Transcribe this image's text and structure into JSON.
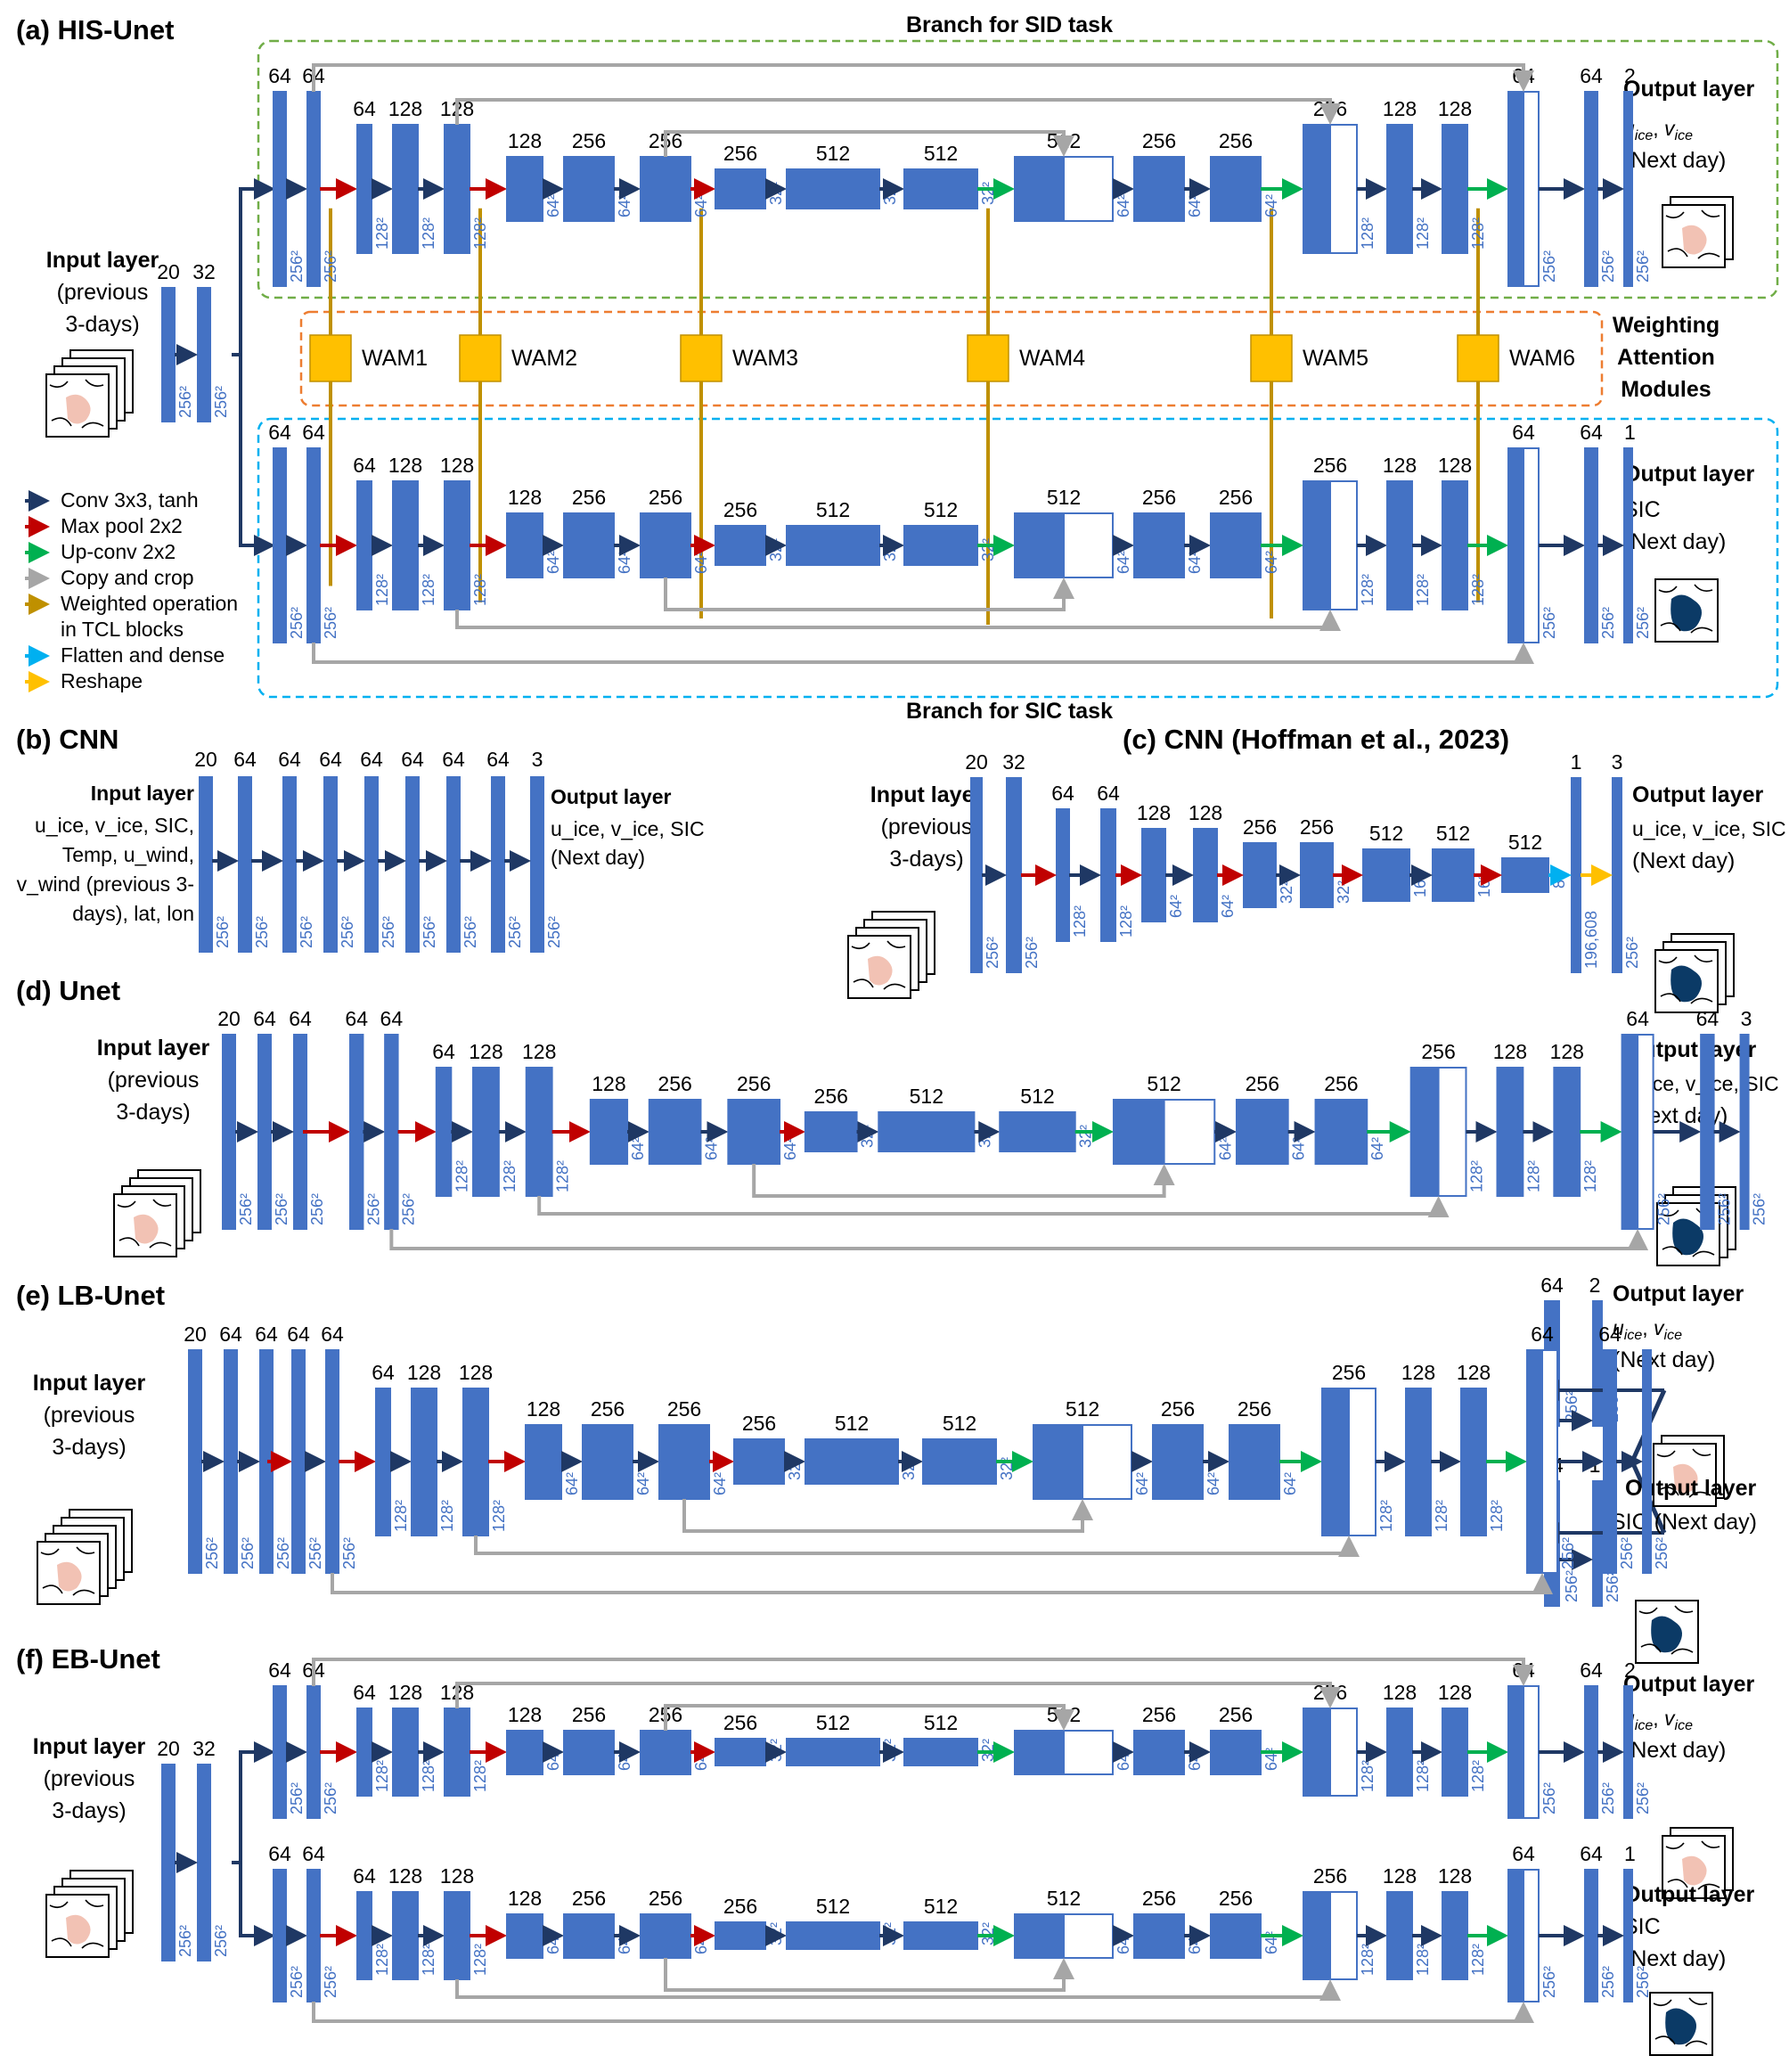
{
  "panel_titles": {
    "a": "(a) HIS-Unet",
    "b": "(b) CNN",
    "c": "(c) CNN (Hoffman et al., 2023)",
    "d": "(d) Unet",
    "e": "(e) LB-Unet",
    "f": "(f) EB-Unet"
  },
  "branch_labels": {
    "sid": "Branch for SID task",
    "sic": "Branch for SIC task",
    "weighting": [
      "Weighting",
      "Attention",
      "Modules"
    ]
  },
  "wam_labels": [
    "WAM1",
    "WAM2",
    "WAM3",
    "WAM4",
    "WAM5",
    "WAM6"
  ],
  "legend": [
    {
      "label": "Conv 3x3, tanh",
      "color": "#1f3864"
    },
    {
      "label": "Max pool 2x2",
      "color": "#c00000"
    },
    {
      "label": "Up-conv 2x2",
      "color": "#00b050"
    },
    {
      "label": "Copy and crop",
      "color": "#a6a6a6"
    },
    {
      "label": "Weighted operation",
      "color": "#bf9000"
    },
    {
      "label": "in TCL blocks",
      "color": ""
    },
    {
      "label": "Flatten and dense",
      "color": "#00b0f0"
    },
    {
      "label": "Reshape",
      "color": "#ffc000"
    }
  ],
  "texts": {
    "input_layer": "Input layer",
    "previous": "(previous",
    "three_days": "3-days)",
    "output_layer": "Output layer",
    "uv_ice": "u_ice, v_ice",
    "uv_ice_sic": "u_ice, v_ice, SIC",
    "next_day": "(Next day)",
    "sic": "SIC",
    "sic_next_day": "SIC (Next day)",
    "cnn_inputs": [
      "u_ice, v_ice, SIC,",
      "Temp, u_wind,",
      "v_wind (previous 3-",
      "days), lat, lon"
    ]
  },
  "colors": {
    "block": "#4472C4",
    "conv": "#1f3864",
    "pool": "#c00000",
    "upconv": "#00b050",
    "copy": "#a6a6a6",
    "weight": "#bf9000",
    "wam": "#ffc000",
    "sid_border": "#70ad47",
    "sic_border": "#00b0f0",
    "wam_border": "#ed7d31"
  },
  "unet_channels": [
    "64",
    "64",
    "64",
    "128",
    "128",
    "128",
    "256",
    "256",
    "256",
    "512",
    "512",
    "512",
    "256",
    "256",
    "256",
    "128",
    "128",
    "64",
    "64"
  ],
  "unet_sizes": [
    "256²",
    "256²",
    "128²",
    "128²",
    "128²",
    "64²",
    "64²",
    "64²",
    "32²",
    "32²",
    "32²",
    "64²",
    "64²",
    "64²",
    "128²",
    "128²",
    "128²",
    "256²",
    "256²"
  ],
  "input_channels": [
    "20",
    "32"
  ],
  "input_channels_wide": [
    "20",
    "64",
    "64"
  ],
  "cnn_channels": [
    "20",
    "64",
    "64",
    "64",
    "64",
    "64",
    "64",
    "64",
    "3"
  ],
  "cnn_hoffman_channels": [
    "20",
    "32",
    "64",
    "64",
    "128",
    "128",
    "256",
    "256",
    "512",
    "512",
    "512",
    "1",
    "3"
  ],
  "cnn_hoffman_sizes": [
    "256²",
    "256²",
    "128²",
    "128²",
    "64²",
    "64²",
    "32²",
    "32²",
    "16²",
    "16²",
    "8²",
    "196,608",
    "256²"
  ],
  "out_channels": {
    "sid": "2",
    "sic": "1",
    "both": "3"
  },
  "s256": "256²"
}
